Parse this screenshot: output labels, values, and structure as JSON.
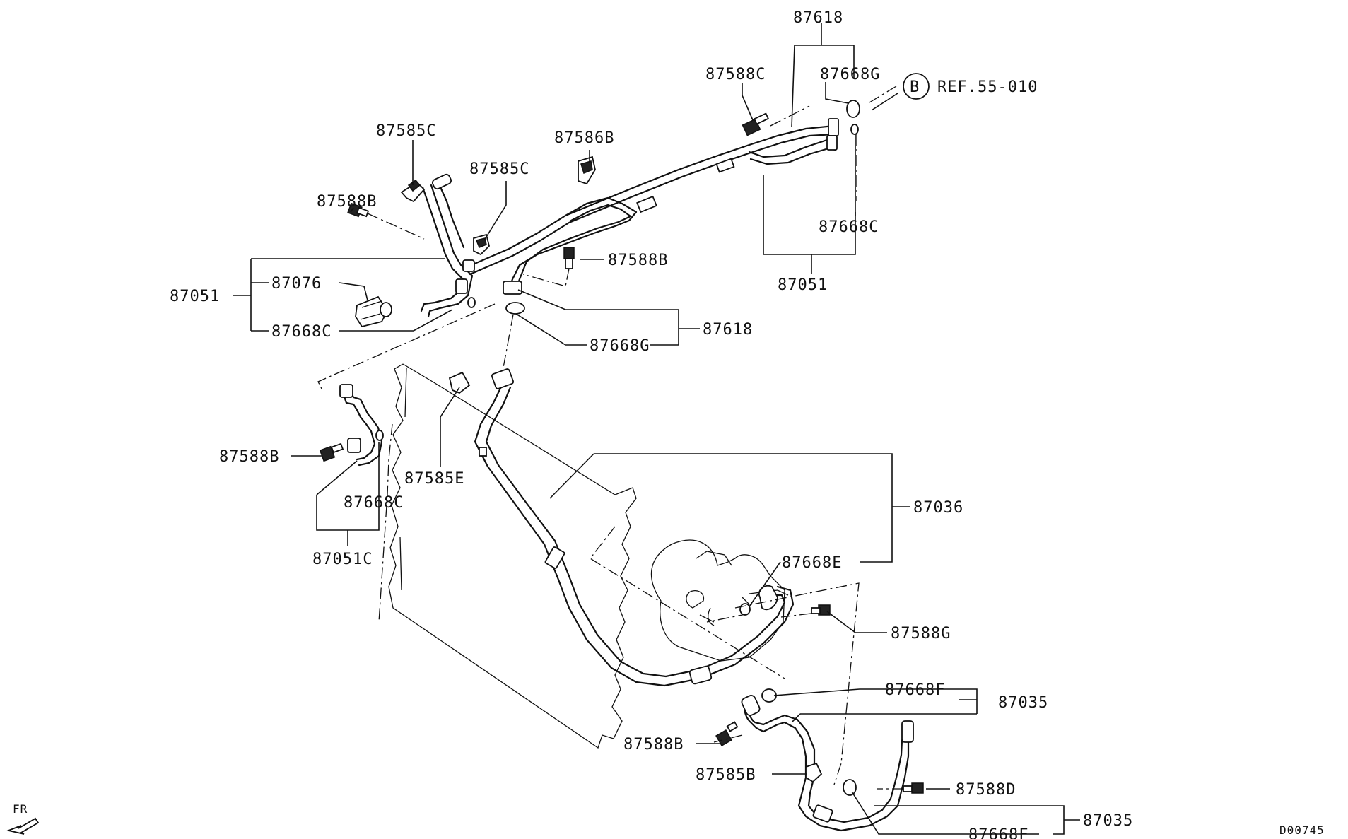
{
  "labels": {
    "p87618_top": "87618",
    "p87588C": "87588C",
    "p87668G_top": "87668G",
    "ref_circle": "B",
    "ref_text": "REF.55-010",
    "p87585C_a": "87585C",
    "p87586B": "87586B",
    "p87585C_b": "87585C",
    "p87588B_a": "87588B",
    "p87668C_right": "87668C",
    "p87588B_b": "87588B",
    "p87051_left": "87051",
    "p87076": "87076",
    "p87668C_left": "87668C",
    "p87051_right": "87051",
    "p87618_mid": "87618",
    "p87668G_mid": "87668G",
    "p87588B_c": "87588B",
    "p87585E": "87585E",
    "p87668C_low": "87668C",
    "p87036": "87036",
    "p87051C": "87051C",
    "p87668E": "87668E",
    "p87588G": "87588G",
    "p87668F_a": "87668F",
    "p87035_a": "87035",
    "p87588B_d": "87588B",
    "p87585B": "87585B",
    "p87588D": "87588D",
    "p87668F_b": "87668F",
    "p87035_b": "87035",
    "fr": "FR",
    "diagram_code": "D00745"
  }
}
